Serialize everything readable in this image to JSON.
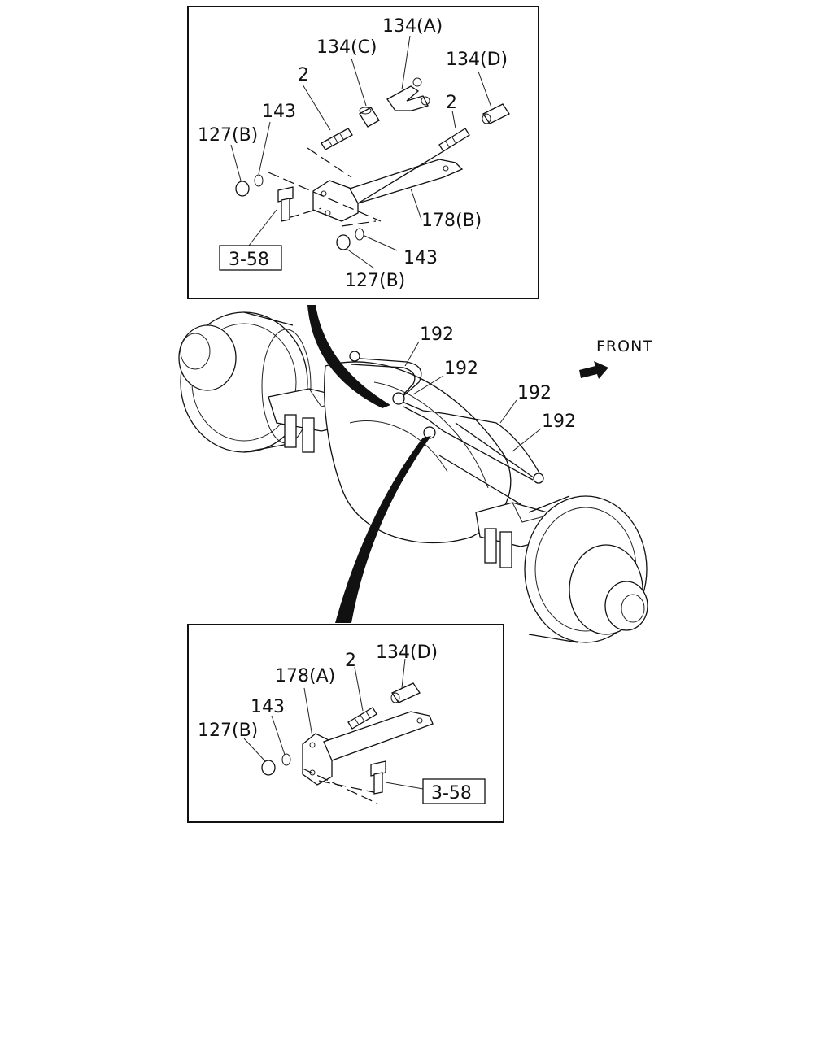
{
  "top_inset": {
    "labels": {
      "p134a": "134(A)",
      "p134c": "134(C)",
      "p134d": "134(D)",
      "p2_left": "2",
      "p2_right": "2",
      "p143_top": "143",
      "p127b_top": "127(B)",
      "p178b": "178(B)",
      "ref": "3-58",
      "p143_bottom": "143",
      "p127b_bottom": "127(B)"
    }
  },
  "main_view": {
    "labels": {
      "pipe_1": "192",
      "pipe_2": "192",
      "pipe_3": "192",
      "pipe_4": "192",
      "front": "FRONT"
    }
  },
  "bottom_inset": {
    "labels": {
      "p2": "2",
      "p134d": "134(D)",
      "p178a": "178(A)",
      "p143": "143",
      "p127b": "127(B)",
      "ref": "3-58"
    }
  }
}
